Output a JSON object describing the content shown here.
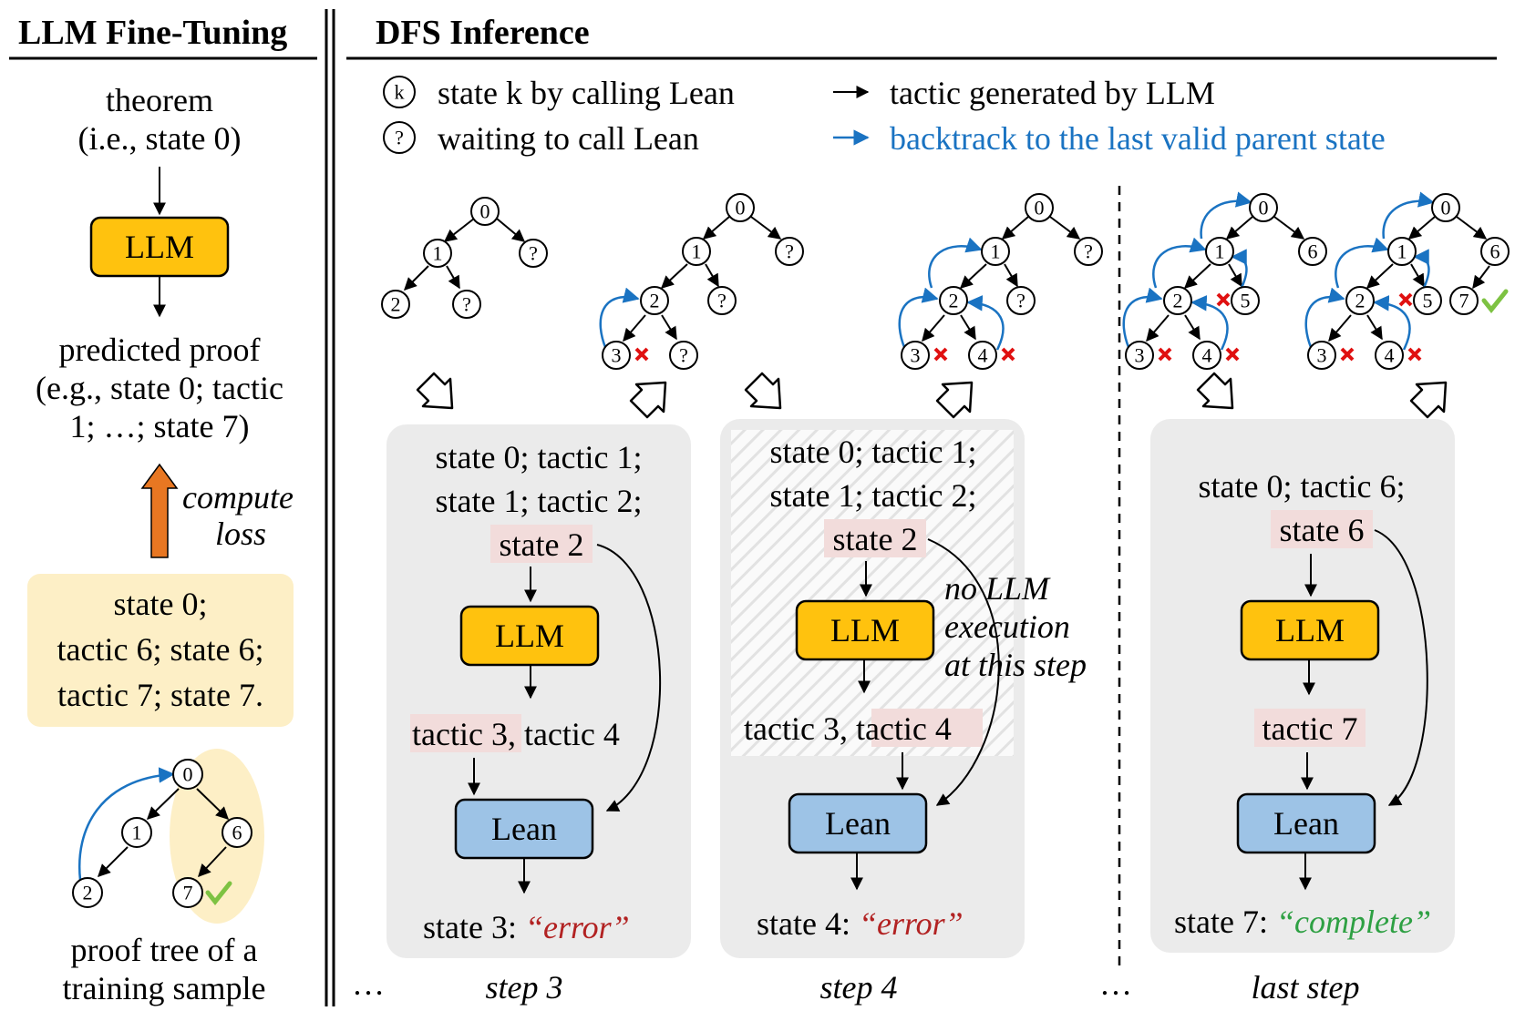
{
  "left": {
    "title": "LLM Fine-Tuning",
    "theorem_line1": "theorem",
    "theorem_line2": "(i.e., state 0)",
    "llm_label": "LLM",
    "predicted_line1": "predicted proof",
    "predicted_line2": "(e.g., state 0; tactic",
    "predicted_line3": "1; …; state 7)",
    "loss_line1": "compute",
    "loss_line2": "loss",
    "sample_line1": "state 0;",
    "sample_line2": "tactic 6; state 6;",
    "sample_line3": "tactic 7; state 7.",
    "tree_caption1": "proof tree of a",
    "tree_caption2": "training sample"
  },
  "right": {
    "title": "DFS Inference",
    "legend": {
      "state_symbol": "k",
      "state_text": "state k by calling Lean",
      "wait_symbol": "?",
      "wait_text": "waiting to call Lean",
      "tactic_text": "tactic generated by LLM",
      "backtrack_text": "backtrack to the last valid parent state"
    },
    "step3": {
      "line1": "state 0; tactic 1;",
      "line2": "state 1; tactic 2;",
      "input_state": "state 2",
      "llm_label": "LLM",
      "tactic_a": "tactic 3",
      "tactic_sep": ", tactic 4",
      "lean_label": "Lean",
      "result_prefix": "state 3: ",
      "result_value": "“error”",
      "caption": "step 3"
    },
    "step4": {
      "line1": "state 0; tactic 1;",
      "line2": "state 1; tactic 2;",
      "input_state": "state 2",
      "llm_label": "LLM",
      "note_line1": "no LLM",
      "note_line2": "execution",
      "note_line3": "at this step",
      "tactic_prefix": "tactic 3, ",
      "tactic_b": "tactic 4",
      "lean_label": "Lean",
      "result_prefix": "state 4: ",
      "result_value": "“error”",
      "caption": "step 4"
    },
    "last": {
      "line1": "state 0; tactic 6;",
      "input_state": "state 6",
      "llm_label": "LLM",
      "tactic": "tactic 7",
      "lean_label": "Lean",
      "result_prefix": "state 7: ",
      "result_value": "“complete”",
      "caption": "last step"
    },
    "ellipsis": "…"
  },
  "node_labels": [
    "0",
    "1",
    "2",
    "3",
    "4",
    "5",
    "6",
    "7",
    "?"
  ],
  "colors": {
    "llm_box": "#FFC20E",
    "lean_box": "#9DC3E6",
    "panel_bg": "#EBEBEB",
    "sample_bg": "#FDEFC6",
    "highlight": "#F2DCDB",
    "loss_arrow": "#E87722",
    "backtrack": "#1A73C2",
    "error_text": "#B22222",
    "complete_text": "#2EA043",
    "cross": "#E01010",
    "check": "#7DC242"
  }
}
